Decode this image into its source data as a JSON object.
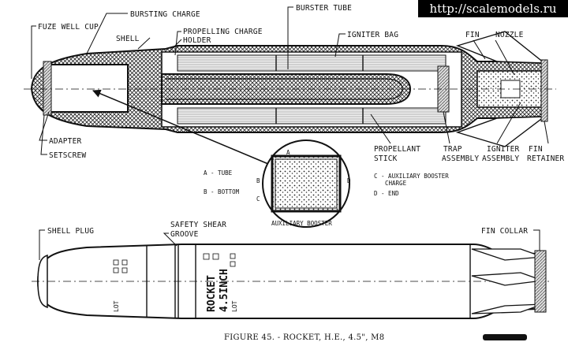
{
  "watermark": "http://scalemodels.ru",
  "labels": {
    "fuze_well_cup": "FUZE WELL CUP",
    "bursting_charge": "BURSTING CHARGE",
    "shell": "SHELL",
    "propelling_charge_holder_1": "PROPELLING CHARGE",
    "propelling_charge_holder_2": "HOLDER",
    "burster_tube": "BURSTER TUBE",
    "igniter_bag": "IGNITER BAG",
    "fin": "FIN",
    "nozzle": "NOZZLE",
    "adapter": "ADAPTER",
    "setscrew": "SETSCREW",
    "propellant_stick_1": "PROPELLANT",
    "propellant_stick_2": "STICK",
    "trap_assembly_1": "TRAP",
    "trap_assembly_2": "ASSEMBLY",
    "igniter_1": "IGNITER",
    "igniter_2": "ASSEMBLY",
    "fin_retainer_1": "FIN",
    "fin_retainer_2": "RETAINER",
    "shell_plug": "SHELL PLUG",
    "safety_shear_1": "SAFETY SHEAR",
    "safety_shear_2": "GROOVE",
    "fin_collar": "FIN COLLAR"
  },
  "detail": {
    "title": "AUXILIARY BOOSTER",
    "letter_a": "A",
    "letter_b": "B",
    "letter_c": "C",
    "letter_d": "D"
  },
  "legend": {
    "a": "A - TUBE",
    "b": "B - BOTTOM",
    "c_1": "C - AUXILIARY BOOSTER",
    "c_2": "CHARGE",
    "d": "D - END"
  },
  "stamps": {
    "rocket": "ROCKET",
    "size": "4.5INCH",
    "lot": "LOT"
  },
  "caption": "FIGURE 45. - ROCKET, H.E., 4.5\", M8"
}
